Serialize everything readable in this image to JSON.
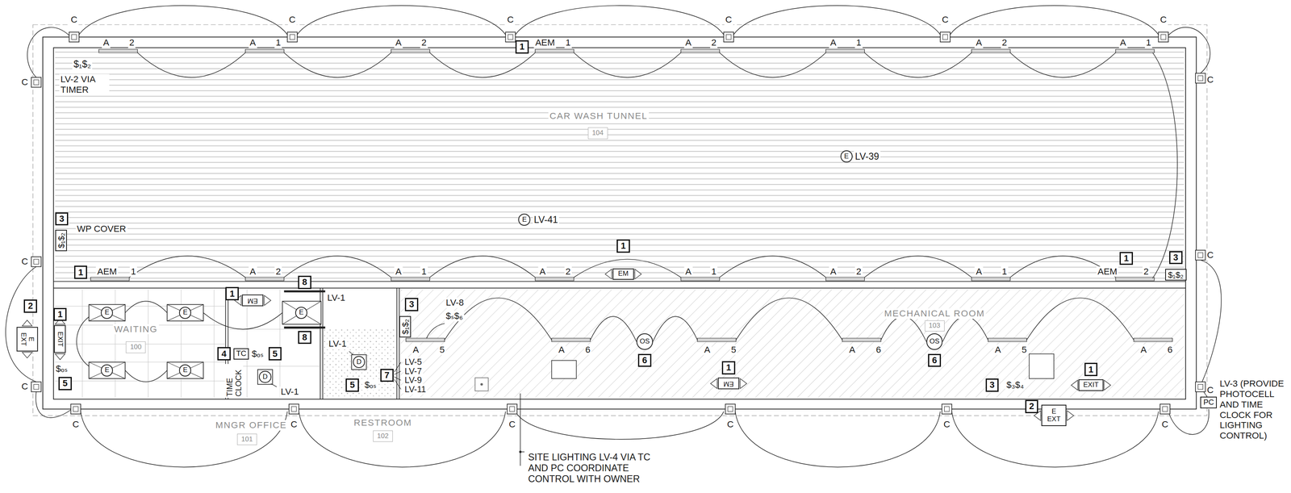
{
  "diagram": {
    "nodes": [
      {
        "text": [
          "1"
        ]
      },
      {
        "text": [
          "104"
        ]
      },
      {
        "text": [
          "E"
        ]
      },
      {
        "text": [
          "E"
        ]
      },
      {
        "text": [
          "3"
        ]
      },
      {
        "text": [
          "$₁$₂"
        ]
      },
      {
        "text": [
          "1"
        ]
      },
      {
        "text": [
          "1"
        ]
      },
      {
        "text": [
          "3"
        ]
      },
      {
        "text": [
          "$₁$₂"
        ]
      },
      {
        "text": [
          "1"
        ]
      },
      {
        "text": [
          "EM"
        ]
      },
      {
        "text": [
          "8"
        ]
      },
      {
        "text": [
          "1"
        ]
      },
      {
        "text": [
          "EM"
        ]
      },
      {
        "text": [
          "2"
        ]
      },
      {
        "text": [
          "1"
        ]
      },
      {
        "text": [
          "3"
        ]
      },
      {
        "text": [
          "E",
          "EXT"
        ]
      },
      {
        "text": [
          "EXIT"
        ]
      },
      {
        "text": [
          "100"
        ]
      },
      {
        "text": [
          "E"
        ]
      },
      {
        "text": [
          "E"
        ]
      },
      {
        "text": [
          "E"
        ]
      },
      {
        "text": [
          "E"
        ]
      },
      {
        "text": [
          "E"
        ]
      },
      {
        "text": [
          "8"
        ]
      },
      {
        "text": [
          "103"
        ]
      },
      {
        "text": [
          "OS"
        ]
      },
      {
        "text": [
          "OS"
        ]
      },
      {
        "text": [
          "6"
        ]
      },
      {
        "text": [
          "6"
        ]
      },
      {
        "text": [
          "$₁$₂"
        ]
      },
      {
        "text": [
          "D"
        ]
      },
      {
        "text": [
          "D"
        ]
      },
      {
        "text": [
          "TC"
        ]
      },
      {
        "text": [
          "4"
        ]
      },
      {
        "text": [
          "5"
        ]
      },
      {
        "text": [
          "5"
        ]
      },
      {
        "text": [
          "5"
        ]
      },
      {
        "text": [
          "7"
        ]
      },
      {
        "text": [
          "1"
        ]
      },
      {
        "text": [
          "EM"
        ]
      },
      {
        "text": [
          "1"
        ]
      },
      {
        "text": [
          "EXIT"
        ]
      },
      {
        "text": [
          "3"
        ]
      },
      {
        "text": [
          "2"
        ]
      },
      {
        "text": [
          "E",
          "EXT"
        ]
      },
      {
        "text": [
          "PC"
        ]
      },
      {
        "text": [
          "101"
        ]
      },
      {
        "text": [
          "102"
        ]
      }
    ],
    "labels": [
      "C",
      "C",
      "C",
      "C",
      "C",
      "C",
      "C",
      "C",
      "C",
      "C",
      "C",
      "C",
      "C",
      "C",
      "C",
      "C",
      "C",
      "C",
      "A",
      "2",
      "A",
      "1",
      "A",
      "2",
      "AEM",
      "1",
      "A",
      "2",
      "A",
      "1",
      "A",
      "2",
      "A",
      "1",
      "$₁$₂",
      "LV-2 VIA TIMER",
      "CAR WASH TUNNEL",
      "LV-39",
      "LV-41",
      "WP COVER",
      "AEM",
      "1",
      "A",
      "2",
      "A",
      "1",
      "A",
      "2",
      "A",
      "1",
      "A",
      "2",
      "A",
      "1",
      "AEM",
      "2",
      "LV-1",
      "WAITING",
      "MECHANICAL ROOM",
      "LV-8",
      "$ₛ$₆",
      "A",
      "5",
      "A",
      "6",
      "A",
      "5",
      "A",
      "6",
      "A",
      "5",
      "A",
      "6",
      "TIME CLOCK",
      "$ₒₛ",
      "LV-1",
      "LV-1",
      "$ₒₛ",
      "$ₒₛ",
      "LV-5",
      "LV-7",
      "LV-9",
      "LV-11",
      "$₃$₄",
      "MNGR OFFICE",
      "RESTROOM",
      "LV-3 (PROVIDE PHOTOCELL AND TIME CLOCK FOR LIGHTING CONTROL)",
      "SITE LIGHTING LV-4 VIA TC AND PC COORDINATE CONTROL WITH OWNER"
    ]
  }
}
